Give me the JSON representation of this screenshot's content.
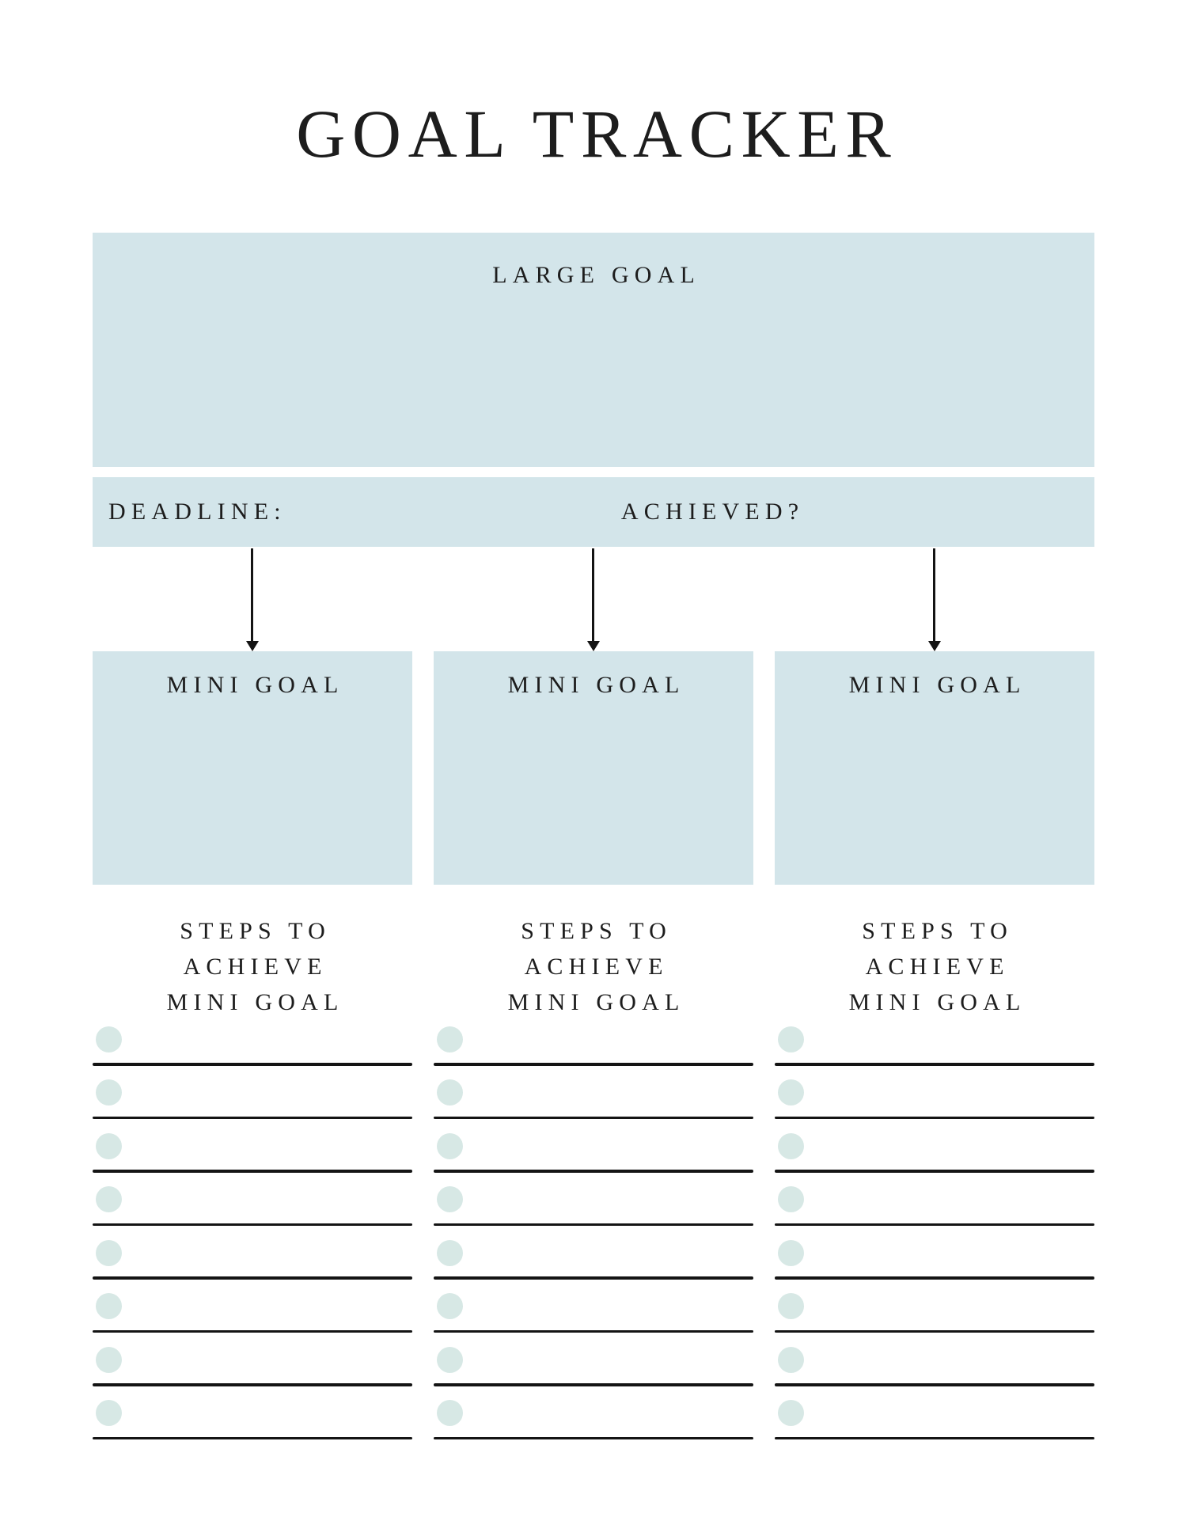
{
  "title": "GOAL TRACKER",
  "large_goal": {
    "label": "LARGE GOAL"
  },
  "meta_bar": {
    "deadline_label": "DEADLINE:",
    "achieved_label": "ACHIEVED?"
  },
  "columns": [
    {
      "mini_goal_label": "MINI GOAL",
      "steps_heading_lines": [
        "STEPS TO",
        "ACHIEVE",
        "MINI GOAL"
      ],
      "step_line_count": 8
    },
    {
      "mini_goal_label": "MINI GOAL",
      "steps_heading_lines": [
        "STEPS TO",
        "ACHIEVE",
        "MINI GOAL"
      ],
      "step_line_count": 8
    },
    {
      "mini_goal_label": "MINI GOAL",
      "steps_heading_lines": [
        "STEPS TO",
        "ACHIEVE",
        "MINI GOAL"
      ],
      "step_line_count": 8
    }
  ],
  "colors": {
    "panel": "#d3e5ea",
    "bullet": "#d7e8e5",
    "rule": "#141414",
    "ink": "#1d1d1d"
  }
}
